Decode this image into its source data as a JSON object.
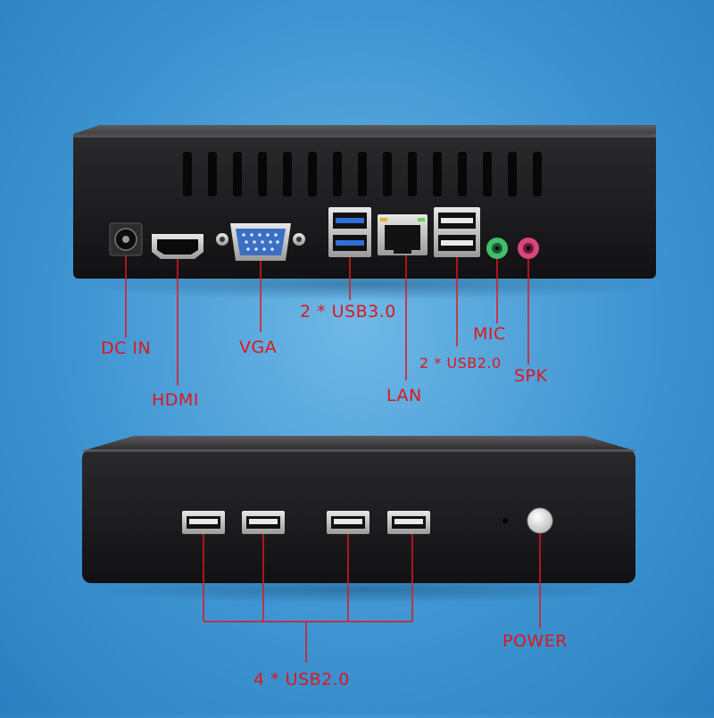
{
  "image": {
    "description_labels": {
      "dc_in": "DC IN",
      "hdmi": "HDMI",
      "vga": "VGA",
      "usb30": "2 * USB3.0",
      "lan": "LAN",
      "usb20_back": "2 * USB2.0",
      "mic": "MIC",
      "spk": "SPK",
      "usb20_front": "4 * USB2.0",
      "power": "POWER"
    }
  },
  "colors": {
    "background": "#3f95d2",
    "case": "#1c1c1e",
    "label": "#e0161c",
    "usb3_blue": "#2f6fd8",
    "mic_green": "#3fbf6a",
    "spk_pink": "#d8467a"
  }
}
